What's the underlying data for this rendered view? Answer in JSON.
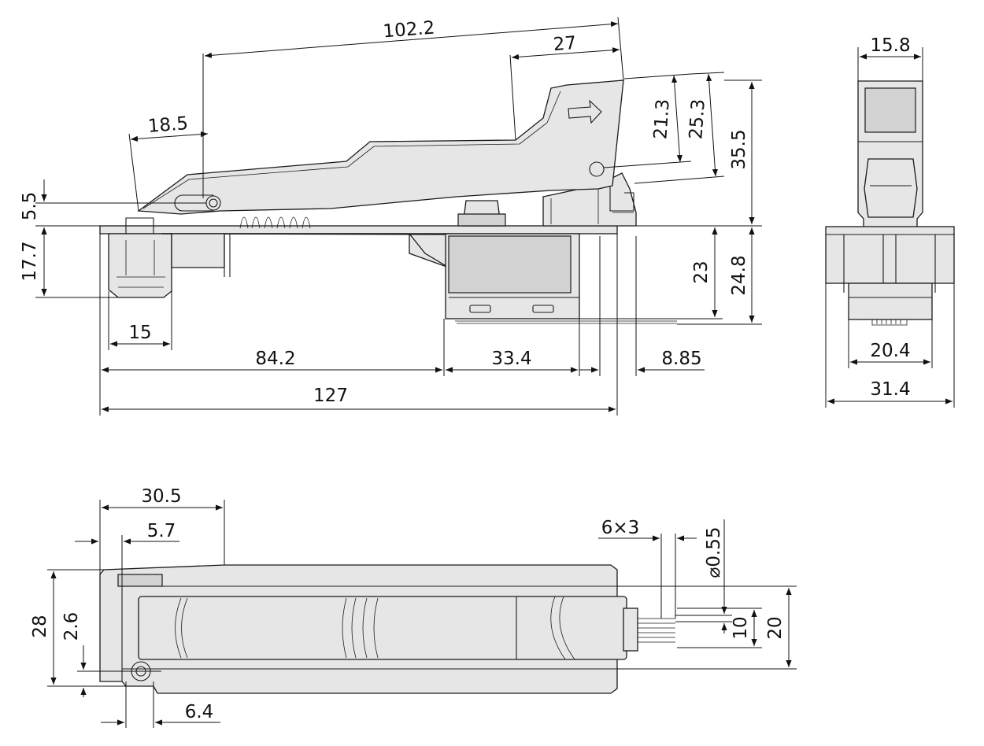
{
  "dimensions": {
    "top_lever_length": "102.2",
    "top_lever_tip": "27",
    "pivot_offset": "18.5",
    "height_21_3": "21.3",
    "height_25_3": "25.3",
    "total_height": "35.5",
    "pivot_height": "5.5",
    "rear_depth": "17.7",
    "rear_width": "15",
    "switch_depth": "23",
    "switch_total_depth": "24.8",
    "length_to_switch": "84.2",
    "switch_length": "33.4",
    "terminal_offset": "8.85",
    "overall_length": "127",
    "side_top_width": "15.8",
    "side_bottom_width": "20.4",
    "side_total_width": "31.4",
    "plan_slope_start": "30.5",
    "plan_edge_offset": "5.7",
    "plan_width": "28",
    "plan_hole_offset": "2.6",
    "plan_hole_x": "6.4",
    "pin_count_pitch": "6×3",
    "pin_diameter": "⌀0.55",
    "pin_span": "10",
    "connector_height": "20"
  }
}
